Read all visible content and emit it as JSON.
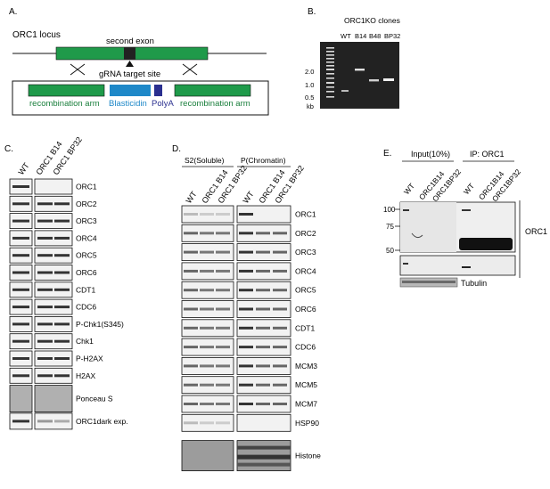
{
  "panelA": {
    "letter": "A.",
    "title": "ORC1 locus",
    "exon_label": "second exon",
    "grna_label": "gRNA target site",
    "rec_left": "recombination arm",
    "blasticidin": "Blasticidin",
    "polya": "PolyA",
    "rec_right": "recombination arm",
    "colors": {
      "arm": "#1f9a4a",
      "exon": "#222222",
      "blasticidin": "#1e88c8",
      "polya": "#2a2f8f",
      "green_text": "#1a7f3c"
    }
  },
  "panelB": {
    "letter": "B.",
    "title": "ORC1KO clones",
    "lanes": [
      "WT",
      "B14",
      "B48",
      "BP32"
    ],
    "markers": [
      "2.0",
      "1.0",
      "0.5"
    ],
    "unit": "kb"
  },
  "panelC": {
    "letter": "C.",
    "lanes": [
      "WT",
      "ORC1 B14",
      "ORC1 BP32"
    ],
    "rows": [
      "ORC1",
      "ORC2",
      "ORC3",
      "ORC4",
      "ORC5",
      "ORC6",
      "CDT1",
      "CDC6",
      "P-Chk1(S345)",
      "Chk1",
      "P-H2AX",
      "H2AX",
      "Ponceau S",
      "ORC1dark exp."
    ]
  },
  "panelD": {
    "letter": "D.",
    "group_soluble": "S2(Soluble)",
    "group_chromatin": "P(Chromatin)",
    "lanes": [
      "WT",
      "ORC1 B14",
      "ORC1 BP32",
      "WT",
      "ORC1 B14",
      "ORC1 BP32"
    ],
    "rows": [
      "ORC1",
      "ORC2",
      "ORC3",
      "ORC4",
      "ORC5",
      "ORC6",
      "CDT1",
      "CDC6",
      "MCM3",
      "MCM5",
      "MCM7",
      "HSP90",
      "Histone"
    ]
  },
  "panelE": {
    "letter": "E.",
    "group_input": "Input(10%)",
    "group_ip": "IP: ORC1",
    "lanes": [
      "WT",
      "ORC1B14",
      "ORC1BP32",
      "WT",
      "ORC1B14",
      "ORC1BP32"
    ],
    "markers": [
      "100",
      "75",
      "50"
    ],
    "side_label": "ORC1",
    "tubulin": "Tubulin"
  }
}
